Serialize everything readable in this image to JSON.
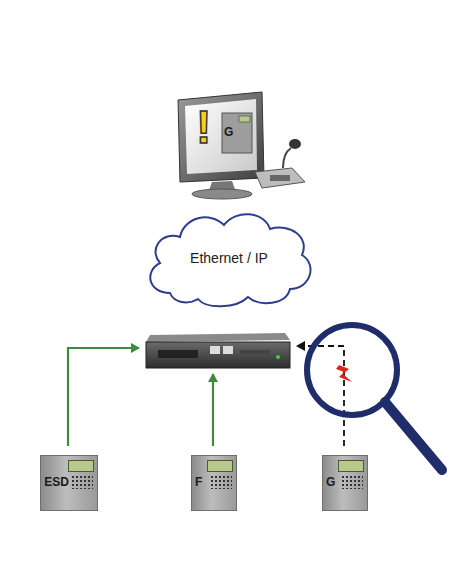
{
  "diagram": {
    "nodes": [
      {
        "text": [
          "Ethernet / IP"
        ]
      },
      {
        "text": [
          "ESD"
        ]
      },
      {
        "text": [
          "F"
        ]
      },
      {
        "text": [
          "G"
        ]
      }
    ],
    "labels": [
      "!",
      "G"
    ]
  }
}
